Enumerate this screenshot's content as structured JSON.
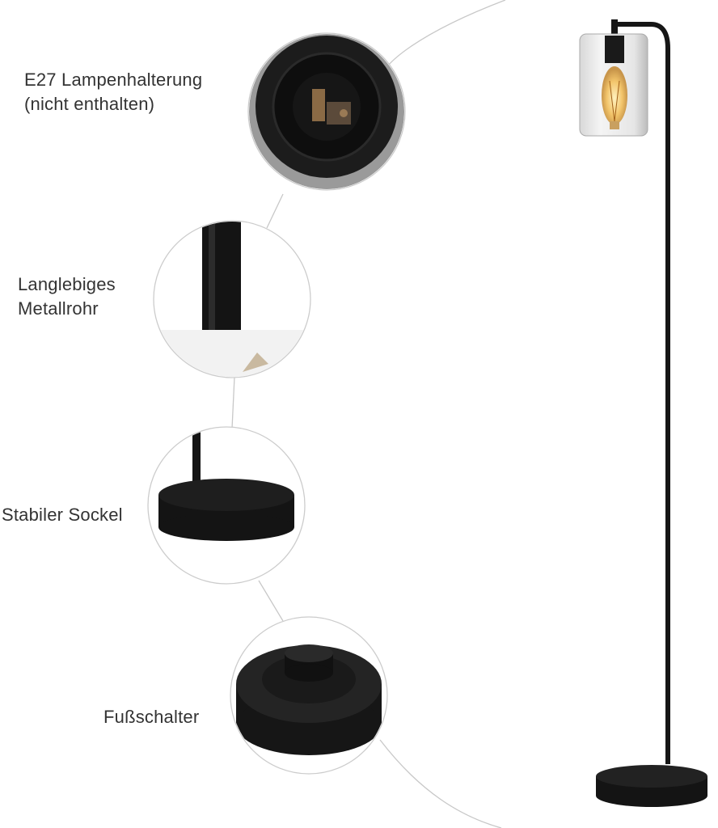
{
  "features": [
    {
      "line1": "E27 Lampenhalterung",
      "line2": "(nicht enthalten)"
    },
    {
      "line1": "Langlebiges",
      "line2": "Metallrohr"
    },
    {
      "line1": "Stabiler Sockel"
    },
    {
      "line1": "Fußschalter"
    }
  ],
  "colors": {
    "lamp": "#151515",
    "line": "#c8c8c8",
    "text": "#333333"
  }
}
